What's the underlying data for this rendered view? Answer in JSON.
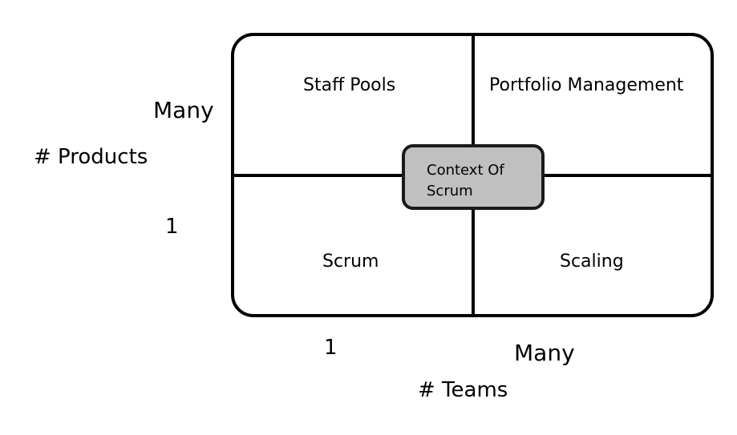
{
  "colors": {
    "line": "#000000",
    "center_fill": "#c0c0c0",
    "center_border": "#1a1a1a",
    "background": "#ffffff"
  },
  "y_axis": {
    "title": "# Products",
    "high": "Many",
    "low": "1"
  },
  "x_axis": {
    "title": "# Teams",
    "low": "1",
    "high": "Many"
  },
  "quadrants": {
    "top_left": "Staff Pools",
    "top_right": "Portfolio Management",
    "bottom_left": "Scrum",
    "bottom_right": "Scaling"
  },
  "center": {
    "line1": "Context Of",
    "line2": "Scrum"
  }
}
